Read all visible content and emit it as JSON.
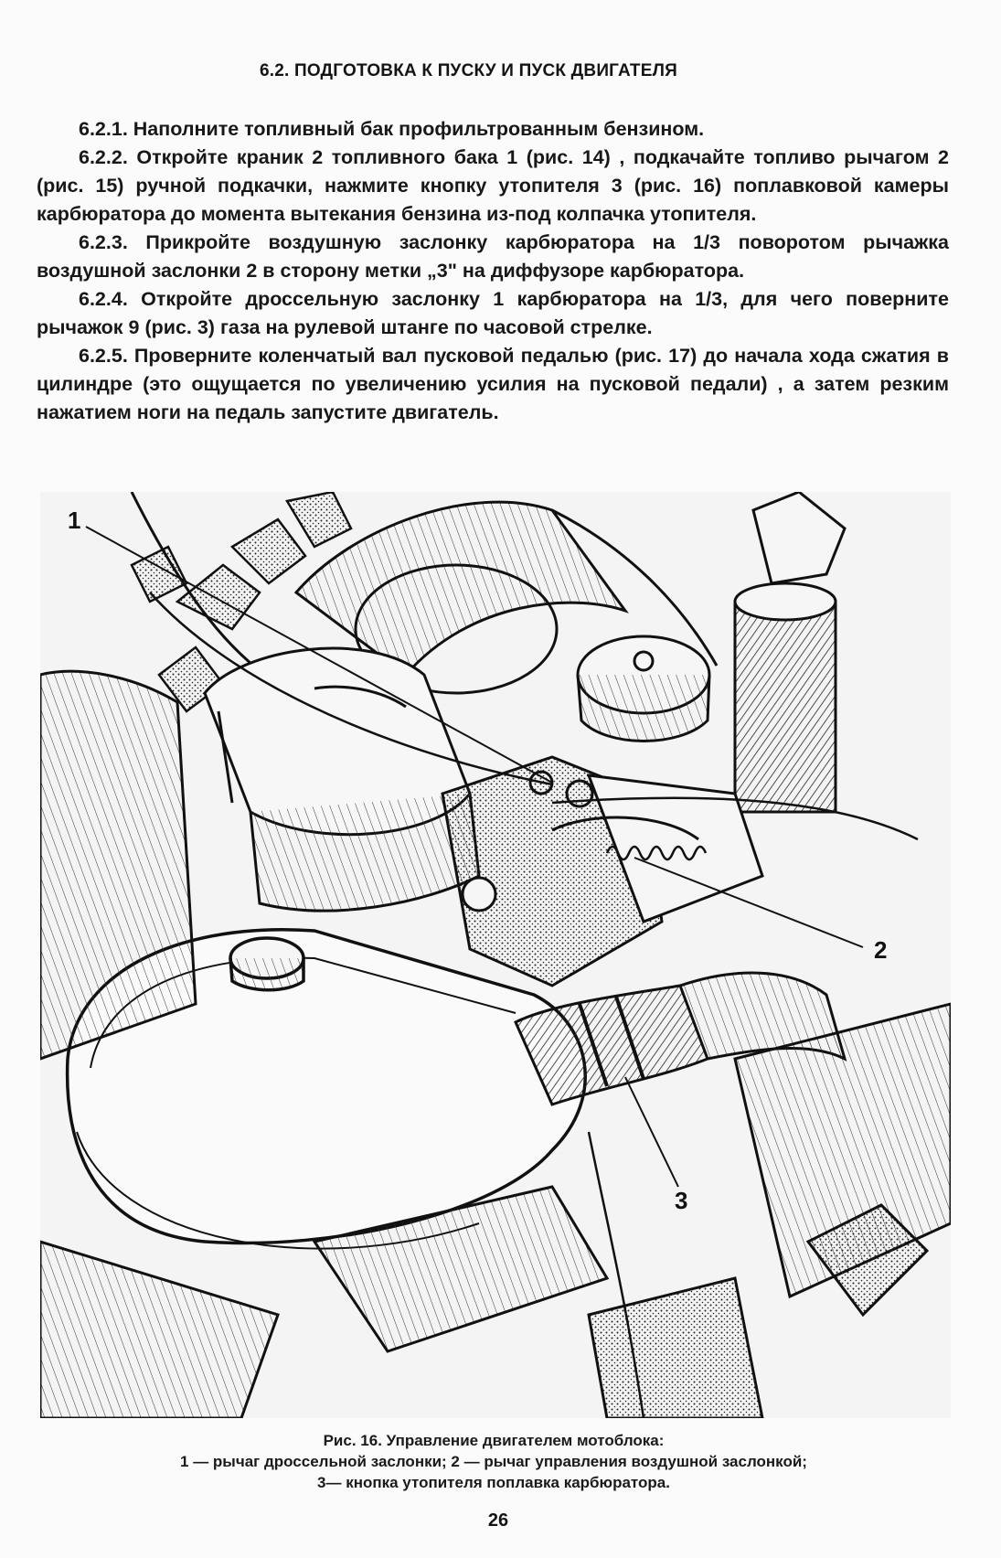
{
  "section_heading": "6.2. ПОДГОТОВКА К ПУСКУ И ПУСК ДВИГАТЕЛЯ",
  "paragraphs": [
    "6.2.1. Наполните топливный бак профильтрованным бензином.",
    "6.2.2. Откройте краник 2 топливного бака 1 (рис. 14) , подкачайте топливо рычагом 2 (рис. 15) ручной подкачки, нажмите кнопку утопителя 3 (рис. 16) поплавковой камеры карбюратора до момента вытекания бензина из-под колпачка утопителя.",
    "6.2.3. Прикройте воздушную заслонку карбюратора на 1/3 поворотом рычажка воздушной заслонки 2 в сторону метки „3\" на диффузоре карбюратора.",
    "6.2.4. Откройте дроссельную заслонку 1 карбюратора на 1/3, для чего поверните рычажок 9 (рис. 3) газа на рулевой штанге по часовой стрелке.",
    "6.2.5. Проверните коленчатый вал пусковой педалью (рис. 17) до начала хода сжатия в цилиндре (это ощущается по увеличению усилия на пусковой педали) , а затем резким нажатием ноги на педаль запустите двигатель."
  ],
  "figure": {
    "callouts": [
      "1",
      "2",
      "3"
    ],
    "caption_title": "Рис. 16. Управление двигателем мотоблока:",
    "caption_lines": [
      "1 — рычаг дроссельной заслонки; 2 — рычаг управления воздушной заслонкой;",
      "3— кнопка утопителя поплавка карбюратора."
    ]
  },
  "page_number": "26"
}
